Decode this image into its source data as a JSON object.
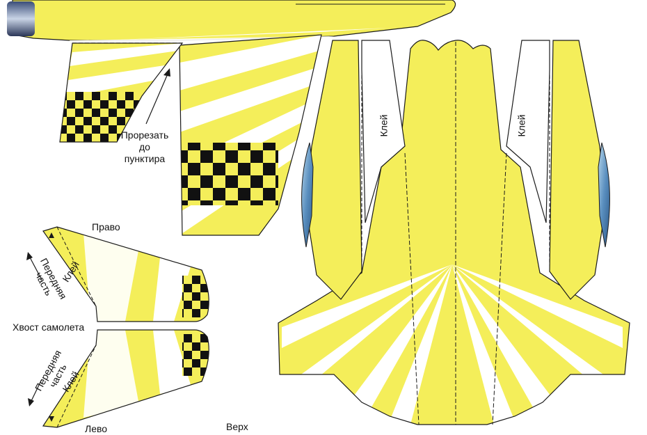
{
  "labels": {
    "cut_instruction": "Прорезать\nдо\nпунктира",
    "right": "Право",
    "left": "Лево",
    "top": "Верх",
    "tail": "Хвост самолета",
    "glue": "Клей",
    "front_part": "Передняя\nчасть"
  },
  "colors": {
    "yellow": "#f4ee5a",
    "white": "#ffffff",
    "outline": "#1a1a1a",
    "checker": "#111111",
    "cockpit_blue": "#6ea8cf"
  },
  "icons": {
    "cut_arrow": "arrow-up-right-icon",
    "front_arrow": "arrow-left-icon",
    "triangle_marker": "triangle-icon"
  }
}
